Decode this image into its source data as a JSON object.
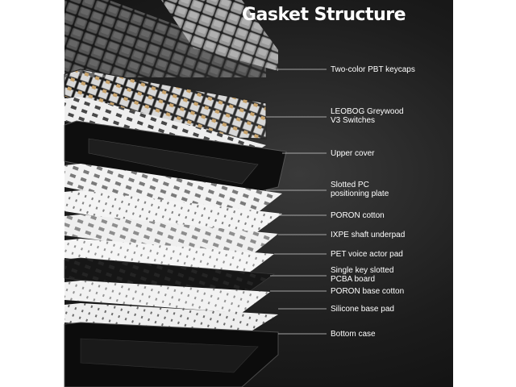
{
  "title": "Gasket Structure",
  "layers": [
    "Two-color PBT keycaps",
    "LEOBOG Greywood\nV3 Switches",
    "Upper cover",
    "Slotted PC\npositioning plate",
    "PORON cotton",
    "IXPE shaft underpad",
    "PET voice actor pad",
    "Single key slotted\nPCBA board",
    "PORON base cotton",
    "Silicone base pad",
    "Bottom case"
  ],
  "colors": {
    "background": "#1c1c1c",
    "text": "#ffffff",
    "keycap_dark": "#4a4a4a",
    "keycap_light": "#9a9a9a",
    "plate_white": "#f2f2f2",
    "case_black": "#0e0e0e"
  }
}
